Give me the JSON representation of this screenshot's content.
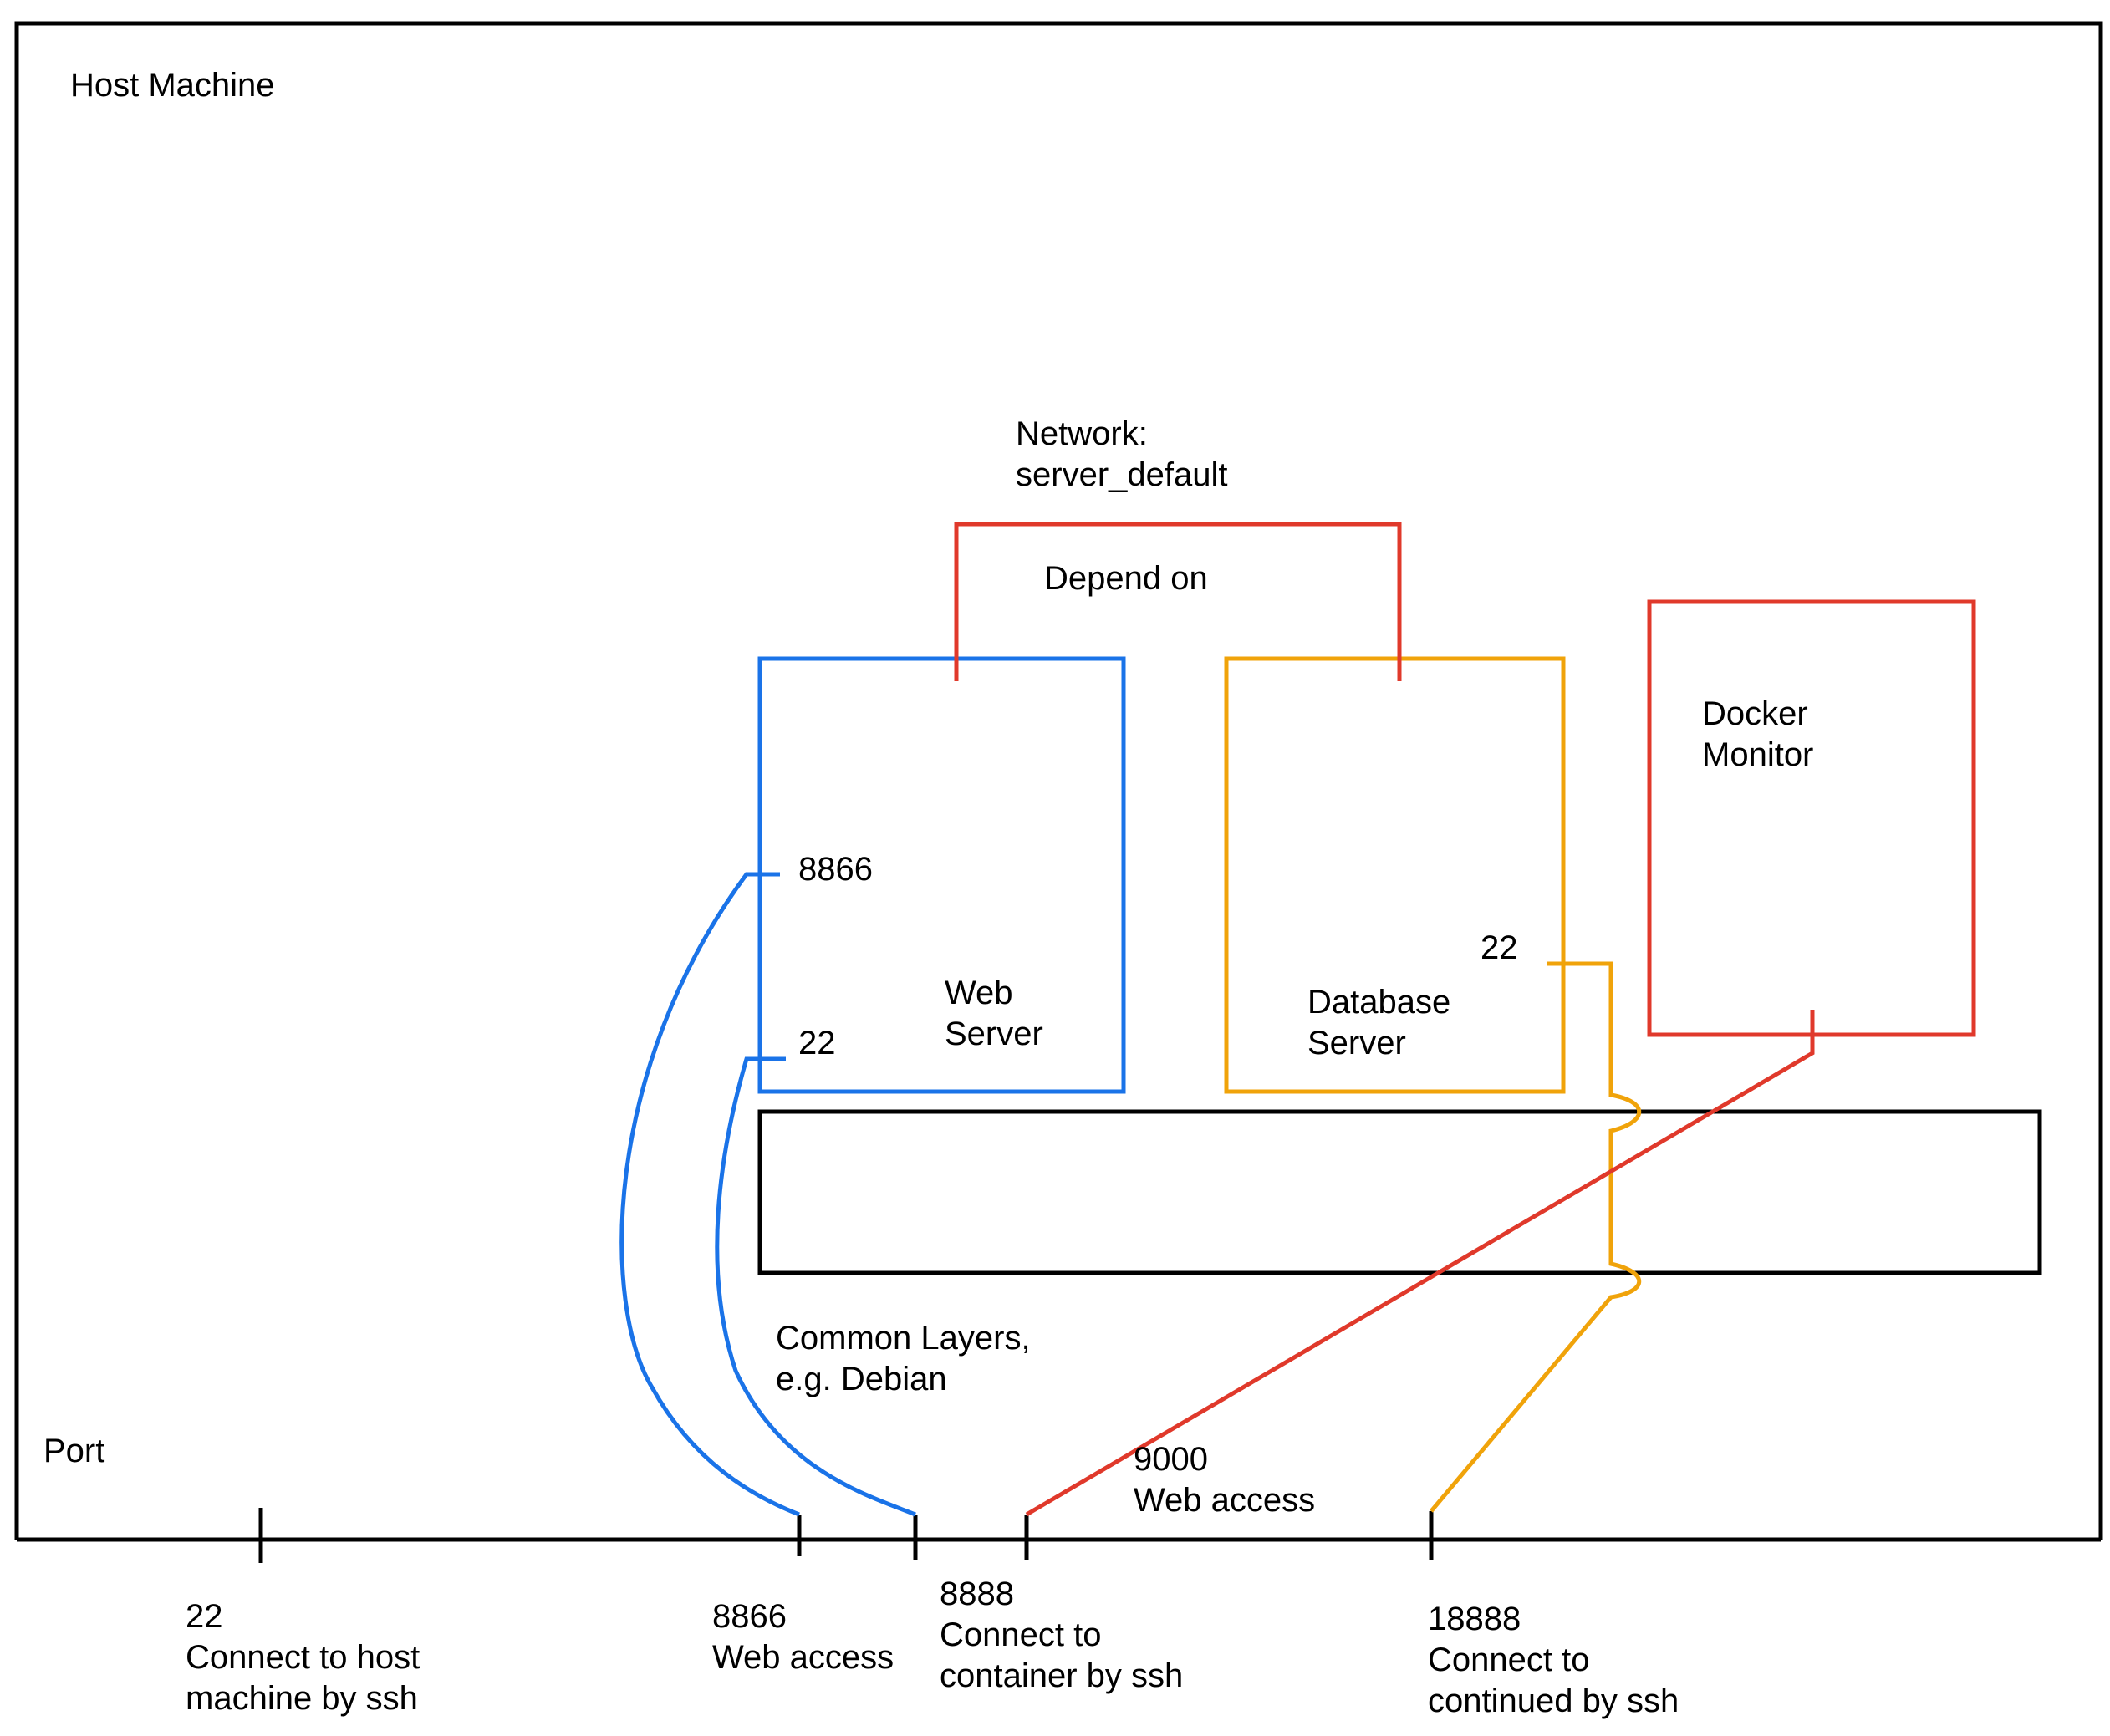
{
  "colors": {
    "outline": "#000000",
    "web_server": "#1a73e8",
    "database_server": "#f0a30a",
    "docker_monitor": "#e0392b",
    "dependency": "#e0392b"
  },
  "host": {
    "title": "Host Machine",
    "port_label": "Port"
  },
  "network": {
    "line1": "Network:",
    "line2": "server_default",
    "depend_label": "Depend on"
  },
  "containers": {
    "web": {
      "line1": "Web",
      "line2": "Server",
      "port_upper": "8866",
      "port_lower": "22"
    },
    "database": {
      "line1": "Database",
      "line2": "Server",
      "port": "22"
    },
    "monitor": {
      "line1": "Docker",
      "line2": "Monitor"
    }
  },
  "common_layers": {
    "line1": "Common Layers,",
    "line2": "e.g. Debian"
  },
  "monitor_port": {
    "number": "9000",
    "desc": "Web access"
  },
  "host_ports": [
    {
      "number": "22",
      "line1": "Connect to host",
      "line2": "machine by ssh"
    },
    {
      "number": "8866",
      "line1": "Web access",
      "line2": ""
    },
    {
      "number": "8888",
      "line1": "Connect to",
      "line2": "container by ssh"
    },
    {
      "number": "18888",
      "line1": "Connect to",
      "line2": "continued by ssh"
    }
  ]
}
